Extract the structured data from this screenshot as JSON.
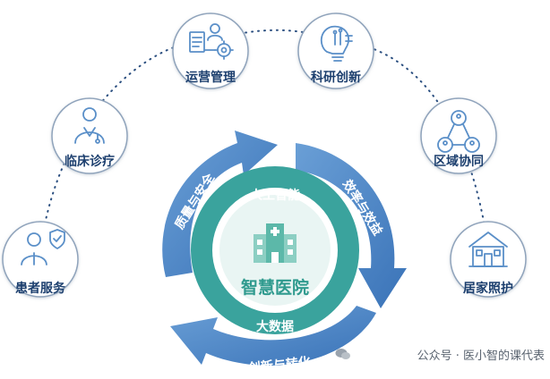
{
  "center": {
    "title": "智慧医院"
  },
  "inner_ring": {
    "top_label": "人工智能",
    "bottom_label": "大数据"
  },
  "cycle": {
    "left_label": "质量与安全",
    "right_label": "效率与效益",
    "bottom_label": "创新与转化"
  },
  "nodes": [
    {
      "key": "patient",
      "label": "患者服务",
      "icon": "patient-shield-icon"
    },
    {
      "key": "clinic",
      "label": "临床诊疗",
      "icon": "doctor-icon"
    },
    {
      "key": "ops",
      "label": "运营管理",
      "icon": "management-gear-icon"
    },
    {
      "key": "research",
      "label": "科研创新",
      "icon": "lightbulb-circuit-icon"
    },
    {
      "key": "region",
      "label": "区域协同",
      "icon": "network-people-icon"
    },
    {
      "key": "home",
      "label": "居家照护",
      "icon": "house-icon"
    }
  ],
  "footer": {
    "watermark": "公众号 · 医小智的课代表"
  },
  "colors": {
    "arrow": "#4a86c8",
    "ring": "#3aa39d",
    "node_border": "#8fa3bb",
    "node_icon": "#5a8fc8",
    "label": "#1c3f6e"
  }
}
